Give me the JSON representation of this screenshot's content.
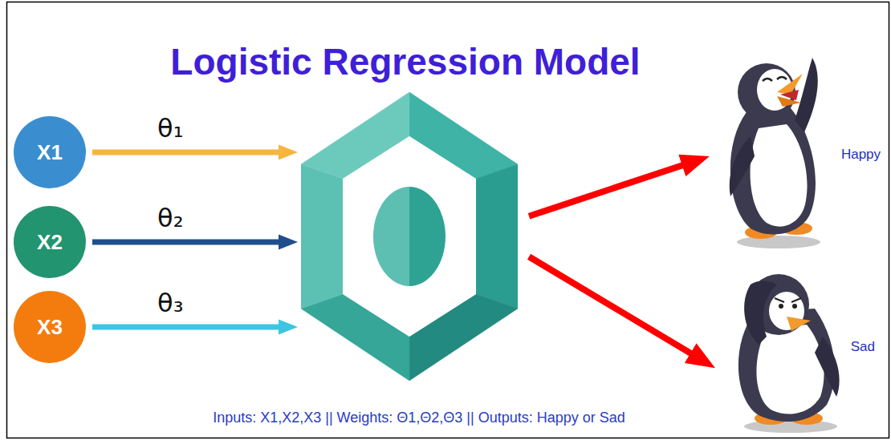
{
  "diagram": {
    "title": "Logistic Regression Model",
    "caption": "Inputs: X1,X2,X3 || Weights: Θ1,Θ2,Θ3 || Outputs: Happy or Sad",
    "nodes": [
      {
        "text": [
          "X1"
        ]
      },
      {
        "text": [
          "X2"
        ]
      },
      {
        "text": [
          "X3"
        ]
      },
      {
        "text": []
      },
      {
        "text": [
          "Happy"
        ]
      },
      {
        "text": [
          "Sad"
        ]
      }
    ],
    "edges": [
      {
        "from": 0,
        "to": 3,
        "label": "θ₁",
        "arrow": "to"
      },
      {
        "from": 1,
        "to": 3,
        "label": "θ₂",
        "arrow": "to"
      },
      {
        "from": 2,
        "to": 3,
        "label": "θ₃",
        "arrow": "to"
      },
      {
        "from": 3,
        "to": 4,
        "arrow": "to"
      },
      {
        "from": 3,
        "to": 5,
        "arrow": "to"
      }
    ]
  }
}
